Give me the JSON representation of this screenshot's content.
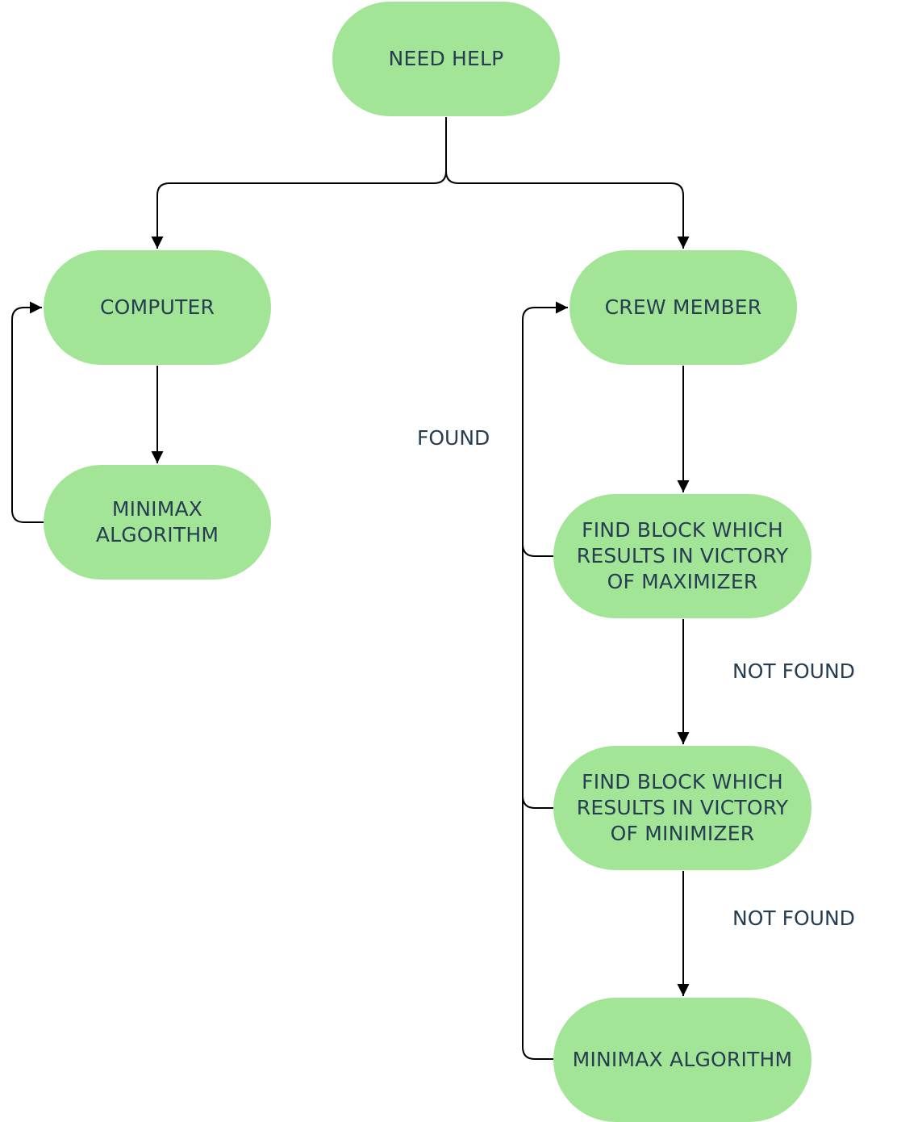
{
  "colors": {
    "node_fill": "#a3e597",
    "text": "#263d52",
    "connector": "#000000",
    "background": "#ffffff"
  },
  "nodes": {
    "need_help": "NEED HELP",
    "computer": "COMPUTER",
    "minimax_left": "MINIMAX\nALGORITHM",
    "crew_member": "CREW MEMBER",
    "find_max": "FIND BLOCK WHICH\nRESULTS IN VICTORY\nOF MAXIMIZER",
    "find_min": "FIND BLOCK WHICH\nRESULTS IN VICTORY\nOF MINIMIZER",
    "minimax_right": "MINIMAX ALGORITHM"
  },
  "edge_labels": {
    "found": "FOUND",
    "not_found_1": "NOT FOUND",
    "not_found_2": "NOT FOUND"
  }
}
